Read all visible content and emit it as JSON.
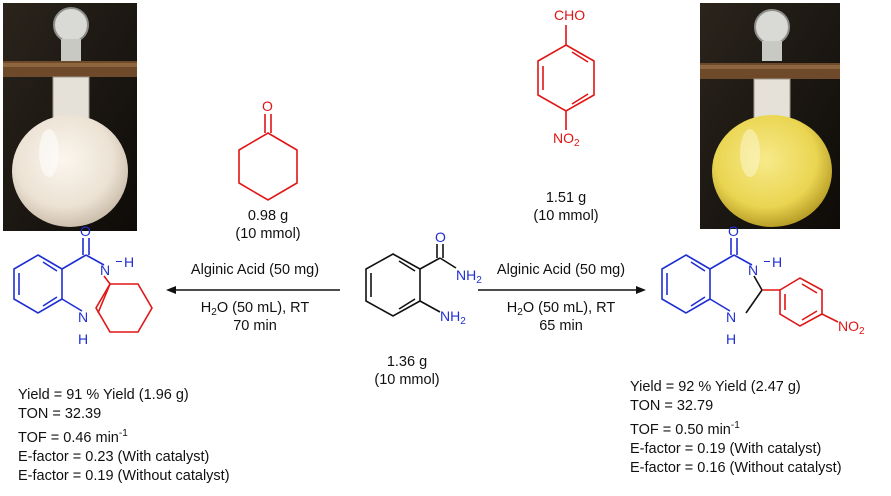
{
  "colors": {
    "blue": "#1f2fd1",
    "red": "#e01515",
    "black": "#111111"
  },
  "left_reagent": {
    "mass": "0.98 g",
    "amount": "(10 mmol)"
  },
  "left_conditions": {
    "catalyst": "Alginic Acid (50 mg)",
    "solvent_prefix": "H",
    "solvent_sub": "2",
    "solvent_suffix": "O (50 mL), RT",
    "time": "70 min"
  },
  "right_reagent": {
    "group_top": "CHO",
    "group_bottom_prefix": "NO",
    "group_bottom_sub": "2",
    "mass": "1.51 g",
    "amount": "(10 mmol)"
  },
  "right_conditions": {
    "catalyst": "Alginic Acid (50 mg)",
    "solvent_prefix": "H",
    "solvent_sub": "2",
    "solvent_suffix": "O (50 mL), RT",
    "time": "65 min"
  },
  "center_reagent": {
    "label_o": "O",
    "label_nh2_top_prefix": "NH",
    "label_nh2_top_sub": "2",
    "label_nh2_bottom_prefix": "NH",
    "label_nh2_bottom_sub": "2",
    "mass": "1.36 g",
    "amount": "(10 mmol)"
  },
  "left_product": {
    "label_o": "O",
    "label_nh_top": "N",
    "label_h_top": "H",
    "label_nh_bottom": "N",
    "label_h_bottom": "H"
  },
  "right_product": {
    "label_o": "O",
    "label_nh_top": "N",
    "label_h_top": "H",
    "label_nh_bottom": "N",
    "label_h_bottom": "H",
    "label_no2_prefix": "NO",
    "label_no2_sub": "2"
  },
  "left_results": {
    "yield": "Yield = 91 % Yield (1.96 g)",
    "ton": "TON = 32.39",
    "tof_prefix": "TOF = 0.46 min",
    "tof_sup": "-1",
    "efactor_with": "E-factor = 0.23 (With catalyst)",
    "efactor_without": "E-factor = 0.19 (Without catalyst)"
  },
  "right_results": {
    "yield": "Yield = 92 % Yield (2.47 g)",
    "ton": "TON = 32.79",
    "tof_prefix": "TOF = 0.50 min",
    "tof_sup": "-1",
    "efactor_with": "E-factor = 0.19 (With catalyst)",
    "efactor_without": "E-factor = 0.16 (Without catalyst)"
  }
}
